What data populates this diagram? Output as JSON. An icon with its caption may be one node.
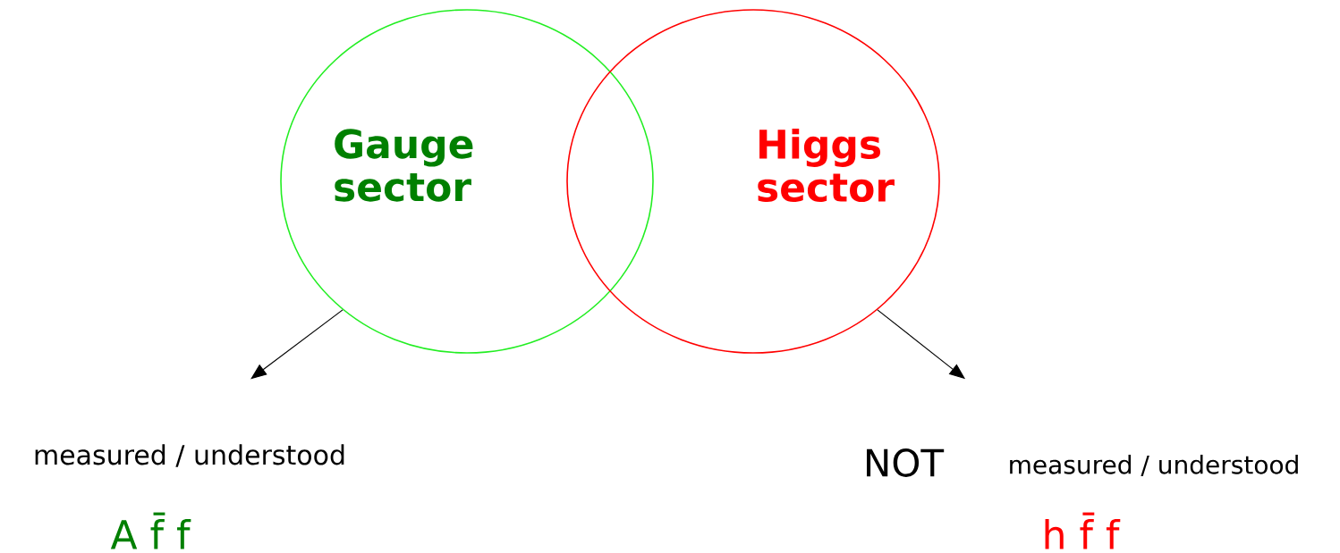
{
  "diagram": {
    "nodes": [
      {
        "text": [
          "Gauge sector"
        ]
      },
      {
        "text": [
          "Higgs sector"
        ]
      },
      {
        "text": [
          "measured / understood",
          "A f̄ f"
        ]
      },
      {
        "text": [
          "NOT",
          "measured / understood",
          "h f̄ f"
        ]
      }
    ],
    "edges": [
      {
        "from": 0,
        "to": 2,
        "arrow": "to"
      },
      {
        "from": 1,
        "to": 3,
        "arrow": "to"
      }
    ]
  }
}
